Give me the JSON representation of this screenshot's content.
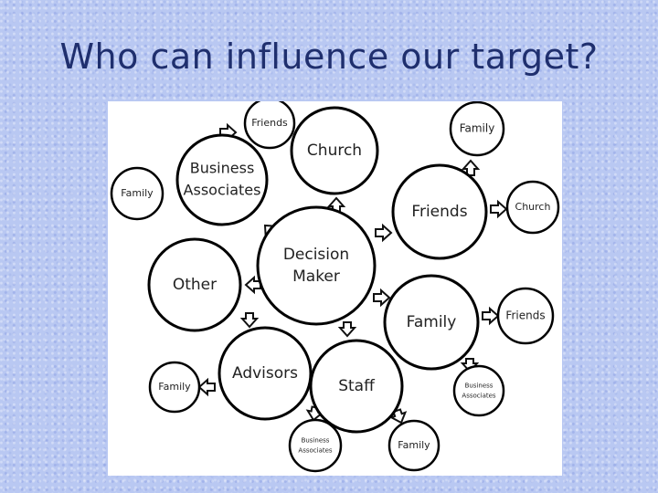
{
  "slide": {
    "title": "Who can influence our target?"
  },
  "diagram": {
    "nodes": {
      "decision_maker": [
        "Decision",
        "Maker"
      ],
      "church": [
        "Church"
      ],
      "business_associates": [
        "Business",
        "Associates"
      ],
      "friends": [
        "Friends"
      ],
      "family": [
        "Family"
      ],
      "other": [
        "Other"
      ],
      "advisors": [
        "Advisors"
      ],
      "staff": [
        "Staff"
      ],
      "ba_friends": [
        "Friends"
      ],
      "ba_family": [
        "Family"
      ],
      "friends_family": [
        "Family"
      ],
      "friends_church": [
        "Church"
      ],
      "family_friends": [
        "Friends"
      ],
      "family_business_associates": [
        "Business",
        "Associates"
      ],
      "advisors_family": [
        "Family"
      ],
      "staff_business_associates": [
        "Business",
        "Associates"
      ],
      "staff_family": [
        "Family"
      ]
    }
  }
}
